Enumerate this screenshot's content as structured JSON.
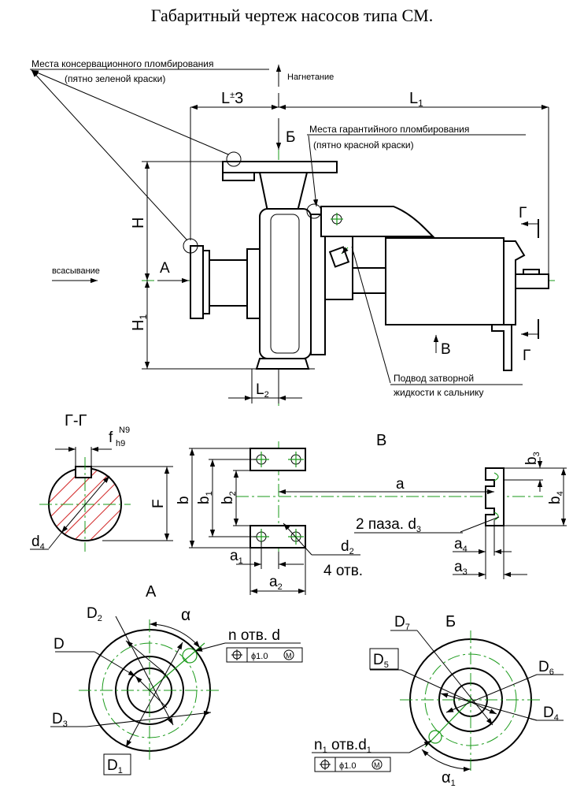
{
  "title": "Габаритный чертеж насосов типа СМ.",
  "main_view": {
    "conservation_seal": "Места консервационного пломбирования",
    "conservation_seal_note": "(пятно зеленой краски)",
    "discharge": "Нагнетание",
    "warranty_seal": "Места гарантийного пломбирования",
    "warranty_seal_note": "(пятно красной краски)",
    "suction": "всасывание",
    "view_a": "А",
    "view_b_cut": "Б",
    "view_v": "В",
    "section_g": "Г",
    "dim_L": "L",
    "dim_L_tol": "±",
    "dim_L_val": "3",
    "dim_L1": "L",
    "dim_L1_sub": "1",
    "dim_H": "H",
    "dim_H1": "H",
    "dim_H1_sub": "1",
    "dim_L2": "L",
    "dim_L2_sub": "2",
    "sealing_fluid_line1": "Подвод затворной",
    "sealing_fluid_line2": "жидкости к сальнику"
  },
  "section_gg": {
    "title": "Г-Г",
    "fit_f": "f",
    "fit_top": "N9",
    "fit_bot": "h9",
    "dim_F": "F",
    "dim_d4": "d",
    "dim_d4_sub": "4"
  },
  "view_v": {
    "title": "В",
    "b": "b",
    "b1": "b",
    "b2": "b",
    "b3": "b",
    "b4": "b",
    "sub1": "1",
    "sub2": "2",
    "sub3": "3",
    "sub4": "4",
    "a": "a",
    "a1": "a",
    "a2": "a",
    "a3": "a",
    "a4": "a",
    "slots": "2 паза. d",
    "slots_sub": "3",
    "d2": "d",
    "d2_sub": "2",
    "holes": "4 отв."
  },
  "view_a": {
    "title": "А",
    "alpha": "α",
    "holes": "n отв. d",
    "D": "D",
    "D1": "D",
    "D2": "D",
    "D3": "D",
    "sub1": "1",
    "sub2": "2",
    "sub3": "3",
    "tol_value": "ϕ1.0",
    "tol_mod": "M"
  },
  "view_b": {
    "title": "Б",
    "D4": "D",
    "D5": "D",
    "D6": "D",
    "D7": "D",
    "sub4": "4",
    "sub5": "5",
    "sub6": "6",
    "sub7": "7",
    "holes_n": "n",
    "holes_n_sub": "1",
    "holes_text": " отв.d",
    "holes_d_sub": "1",
    "alpha": "α",
    "alpha_sub": "1",
    "tol_value": "ϕ1.0",
    "tol_mod": "M"
  },
  "colors": {
    "centerline": "#1a9a1a",
    "hatch": "#d43030",
    "alpha_label": "#1a1aa0"
  }
}
